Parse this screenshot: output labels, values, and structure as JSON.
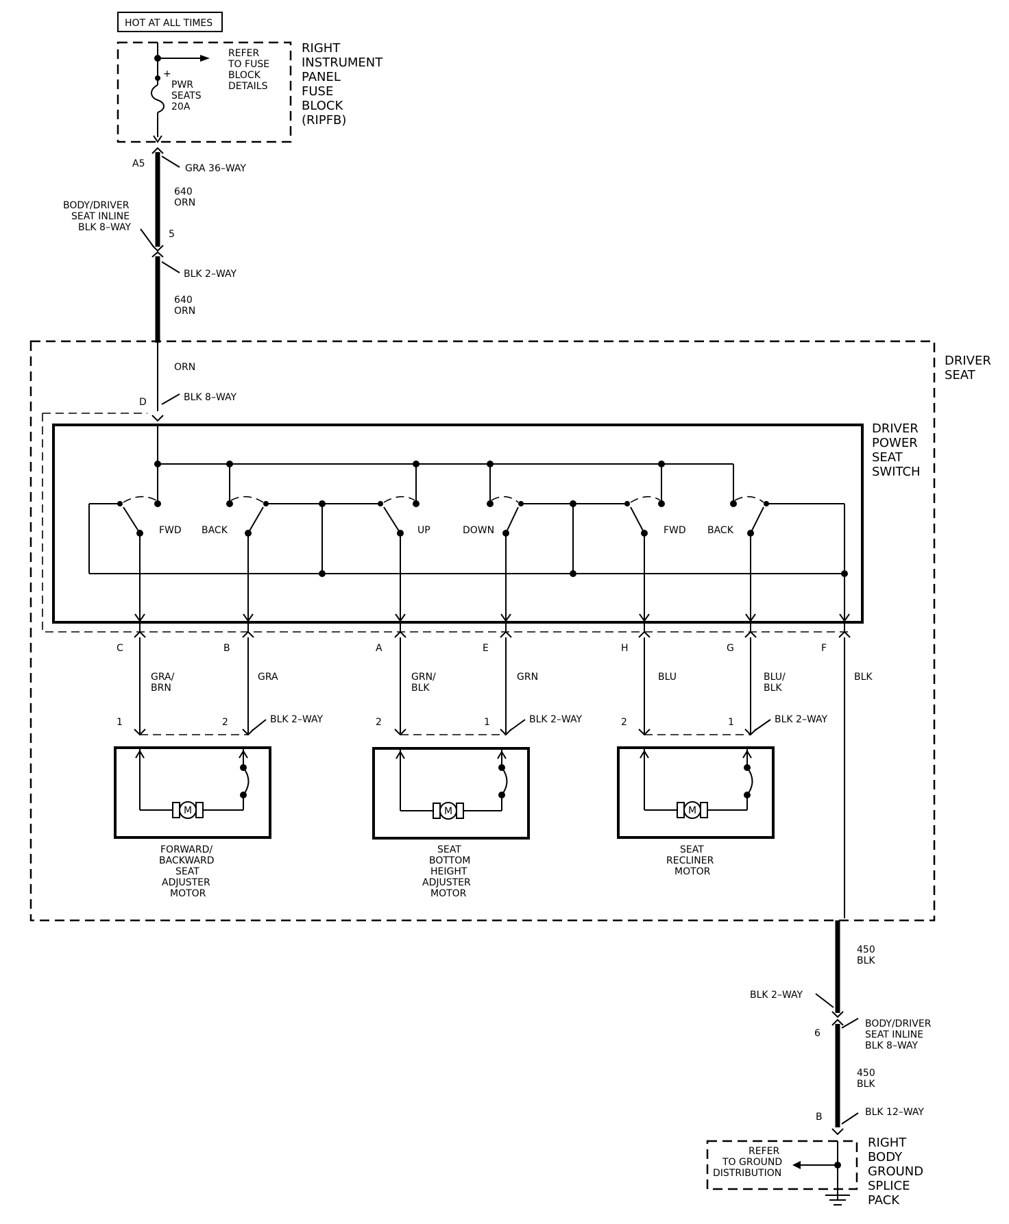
{
  "header": {
    "hot_label": "HOT AT ALL TIMES"
  },
  "fuse_block": {
    "refer": [
      "REFER",
      "TO FUSE",
      "BLOCK",
      "DETAILS"
    ],
    "plus": "+",
    "fuse": [
      "PWR",
      "SEATS",
      "20A"
    ],
    "name": [
      "RIGHT",
      "INSTRUMENT",
      "PANEL",
      "FUSE",
      "BLOCK",
      "(RIPFB)"
    ]
  },
  "upper_feed": {
    "pin_a5": "A5",
    "gra36": "GRA 36–WAY",
    "wire1": [
      "640",
      "ORN"
    ],
    "inline_label": [
      "BODY/DRIVER",
      "SEAT INLINE",
      "BLK 8–WAY"
    ],
    "pin_5": "5",
    "blk2way": "BLK 2–WAY",
    "wire2": [
      "640",
      "ORN"
    ],
    "wire3": "ORN",
    "pin_d": "D",
    "blk8way": "BLK 8–WAY"
  },
  "driver_seat": {
    "name": [
      "DRIVER",
      "SEAT"
    ]
  },
  "switch": {
    "name": [
      "DRIVER",
      "POWER",
      "SEAT",
      "SWITCH"
    ],
    "positions": [
      "FWD",
      "BACK",
      "UP",
      "DOWN",
      "FWD",
      "BACK"
    ]
  },
  "pins": [
    "C",
    "B",
    "A",
    "E",
    "H",
    "G",
    "F"
  ],
  "wires": {
    "gra_brn": [
      "GRA/",
      "BRN"
    ],
    "gra": "GRA",
    "grn_blk": [
      "GRN/",
      "BLK"
    ],
    "grn": "GRN",
    "blu": "BLU",
    "blu_blk": [
      "BLU/",
      "BLK"
    ],
    "blk": "BLK"
  },
  "motor_pins": [
    "1",
    "2",
    "2",
    "1",
    "2",
    "1"
  ],
  "motor_connector": "BLK 2–WAY",
  "motor_symbol": "M",
  "motors": [
    [
      "FORWARD/",
      "BACKWARD",
      "SEAT",
      "ADJUSTER",
      "MOTOR"
    ],
    [
      "SEAT",
      "BOTTOM",
      "HEIGHT",
      "ADJUSTER",
      "MOTOR"
    ],
    [
      "SEAT",
      "RECLINER",
      "MOTOR"
    ]
  ],
  "ground": {
    "wire1": [
      "450",
      "BLK"
    ],
    "blk2way": "BLK 2–WAY",
    "pin_6": "6",
    "inline_label": [
      "BODY/DRIVER",
      "SEAT INLINE",
      "BLK 8–WAY"
    ],
    "wire2": [
      "450",
      "BLK"
    ],
    "pin_b": "B",
    "blk12way": "BLK 12–WAY",
    "refer": [
      "REFER",
      "TO GROUND",
      "DISTRIBUTION"
    ],
    "name": [
      "RIGHT",
      "BODY",
      "GROUND",
      "SPLICE",
      "PACK"
    ]
  }
}
